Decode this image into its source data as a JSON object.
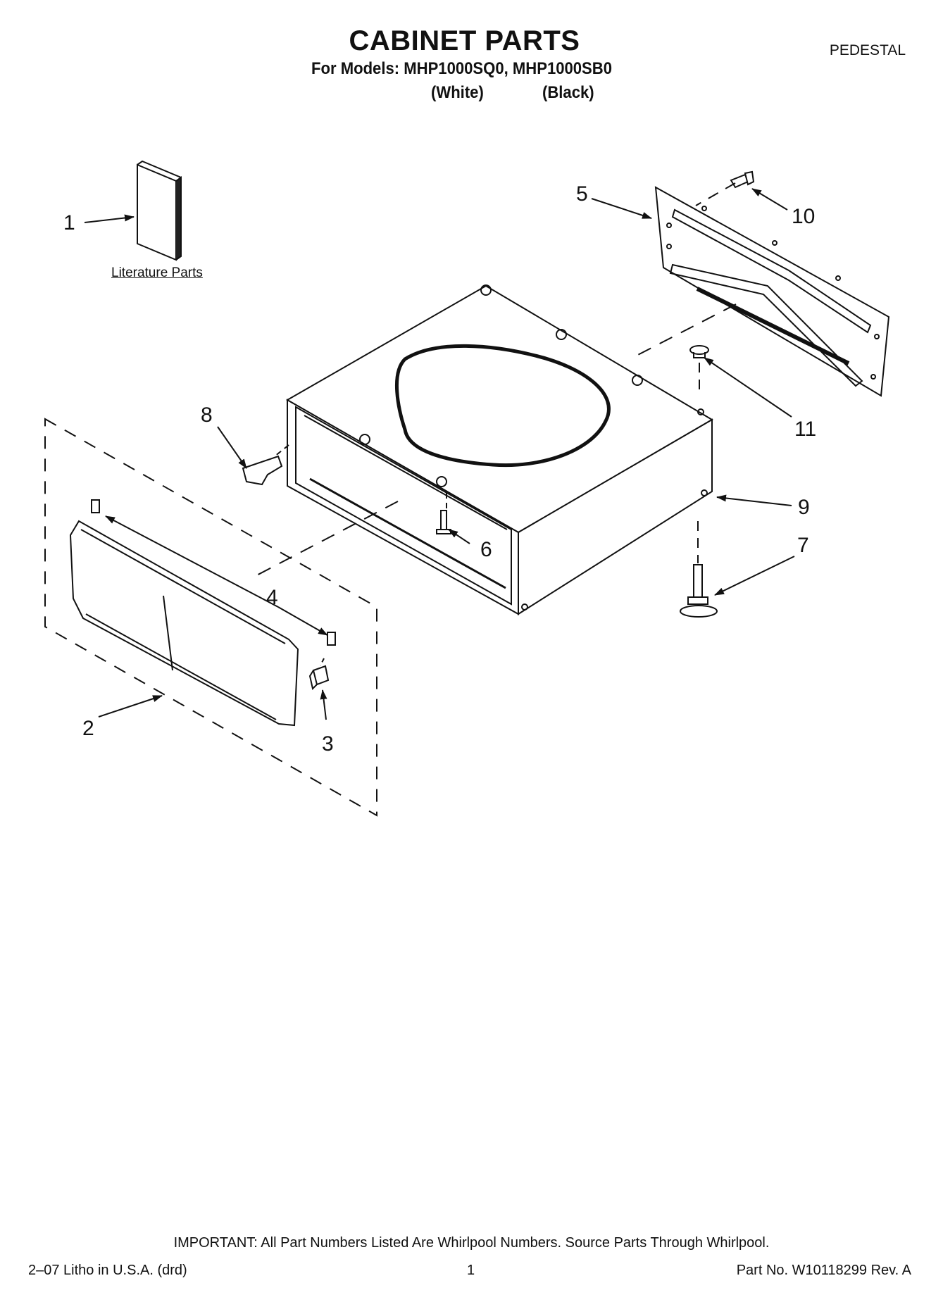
{
  "header": {
    "title": "CABINET PARTS",
    "models": "For Models: MHP1000SQ0, MHP1000SB0",
    "color_white": "(White)",
    "color_black": "(Black)",
    "section": "PEDESTAL"
  },
  "diagram": {
    "literature_label": "Literature Parts",
    "callouts": [
      "1",
      "2",
      "3",
      "4",
      "5",
      "6",
      "7",
      "8",
      "9",
      "10",
      "11"
    ]
  },
  "footer": {
    "important": "IMPORTANT: All Part Numbers Listed Are Whirlpool Numbers. Source Parts Through Whirlpool.",
    "litho": "2–07 Litho in U.S.A. (drd)",
    "page": "1",
    "part_no": "Part No. W10118299 Rev. A"
  }
}
